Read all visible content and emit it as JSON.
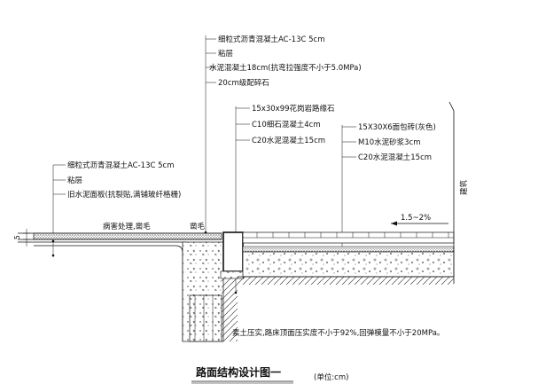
{
  "left_labels": [
    "细粒式沥青混凝土AC-13C 5cm",
    "粘层",
    "旧水泥面板(抗裂贴,满铺玻纤格栅)"
  ],
  "top_labels": [
    "细粒式沥青混凝土AC-13C 5cm",
    "粘层",
    "水泥混凝土18cm(抗弯拉强度不小于5.0MPa)",
    "20cm级配碎石"
  ],
  "curb_labels": [
    "15x30x99花岗岩路缘石",
    "C10细石混凝土4cm",
    "C20水泥混凝土15cm"
  ],
  "walk_labels": [
    "15X30X6面包砖(灰色)",
    "M10水泥砂浆3cm",
    "C20水泥混凝土15cm"
  ],
  "notes": {
    "crack": "病害处理,凿毛",
    "chisel": "凿毛",
    "building": "建筑",
    "slope": "1.5~2%",
    "dim": "5",
    "soil": "素土压实,路床顶面压实度不小于92%,回弹模量不小于20MPa。"
  },
  "title": "路面结构设计图一",
  "unit": "(单位:cm)"
}
